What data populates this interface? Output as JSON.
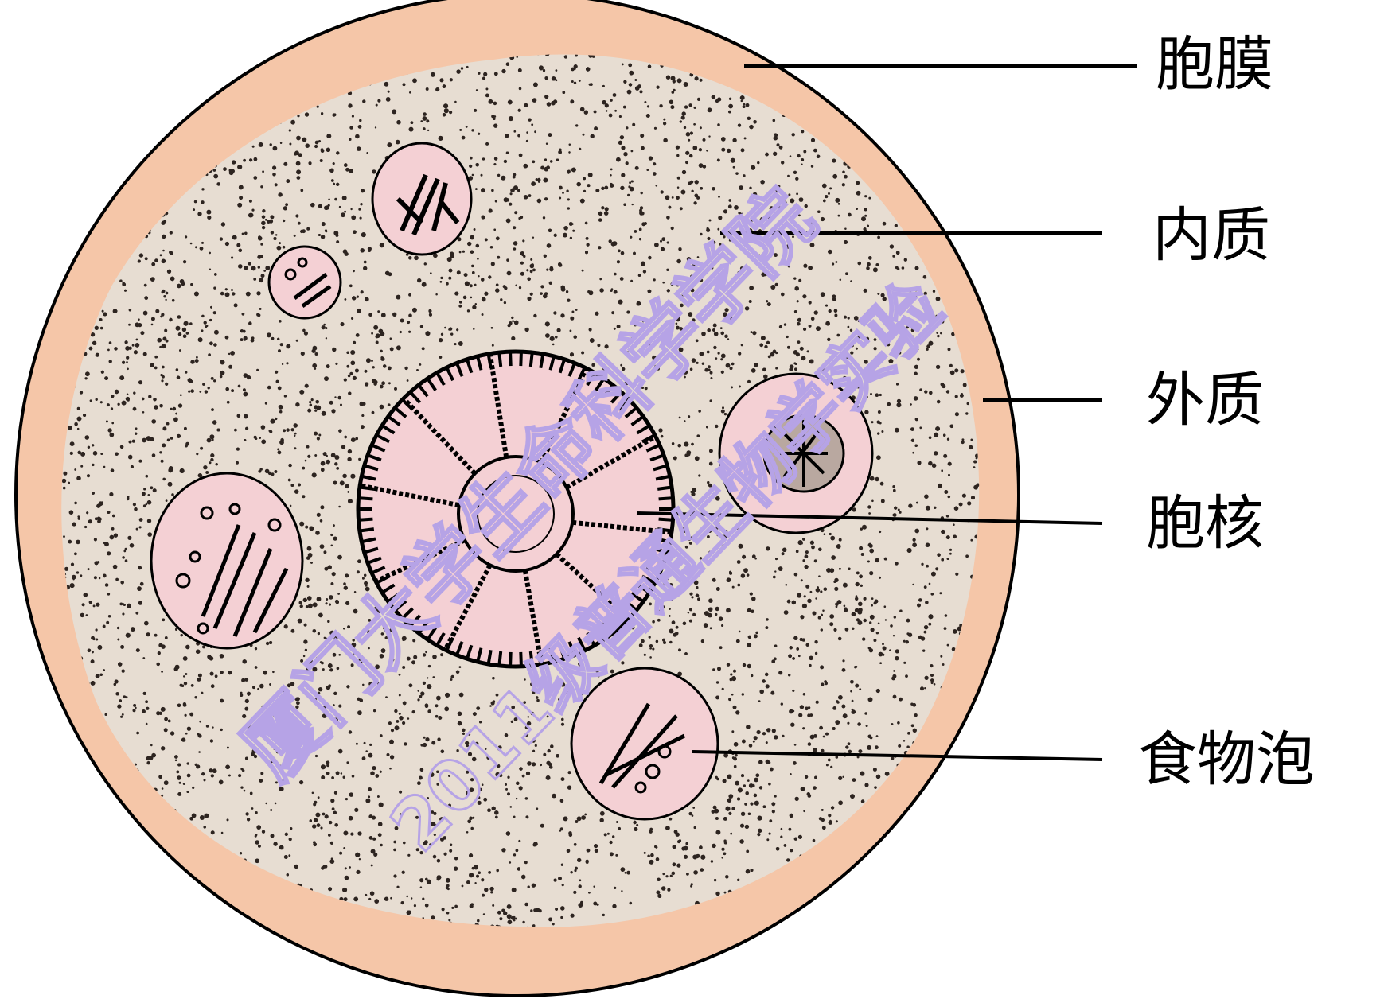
{
  "colors": {
    "membrane": "#f5c6a8",
    "cytoplasm": "#e7ddd2",
    "vacuole": "#f4d0d4",
    "outline": "#000000",
    "stipple": "#2d2420",
    "watermark": "#b6a3e6"
  },
  "labels": [
    {
      "id": "membrane",
      "text": "胞膜"
    },
    {
      "id": "endoplasm",
      "text": "内质"
    },
    {
      "id": "ectoplasm",
      "text": "外质"
    },
    {
      "id": "nucleus",
      "text": "胞核"
    },
    {
      "id": "food-vacuole",
      "text": "食物泡"
    }
  ],
  "watermark": {
    "line1": "厦门大学生命科学学院",
    "line2": "2011级普通生物学实验"
  }
}
